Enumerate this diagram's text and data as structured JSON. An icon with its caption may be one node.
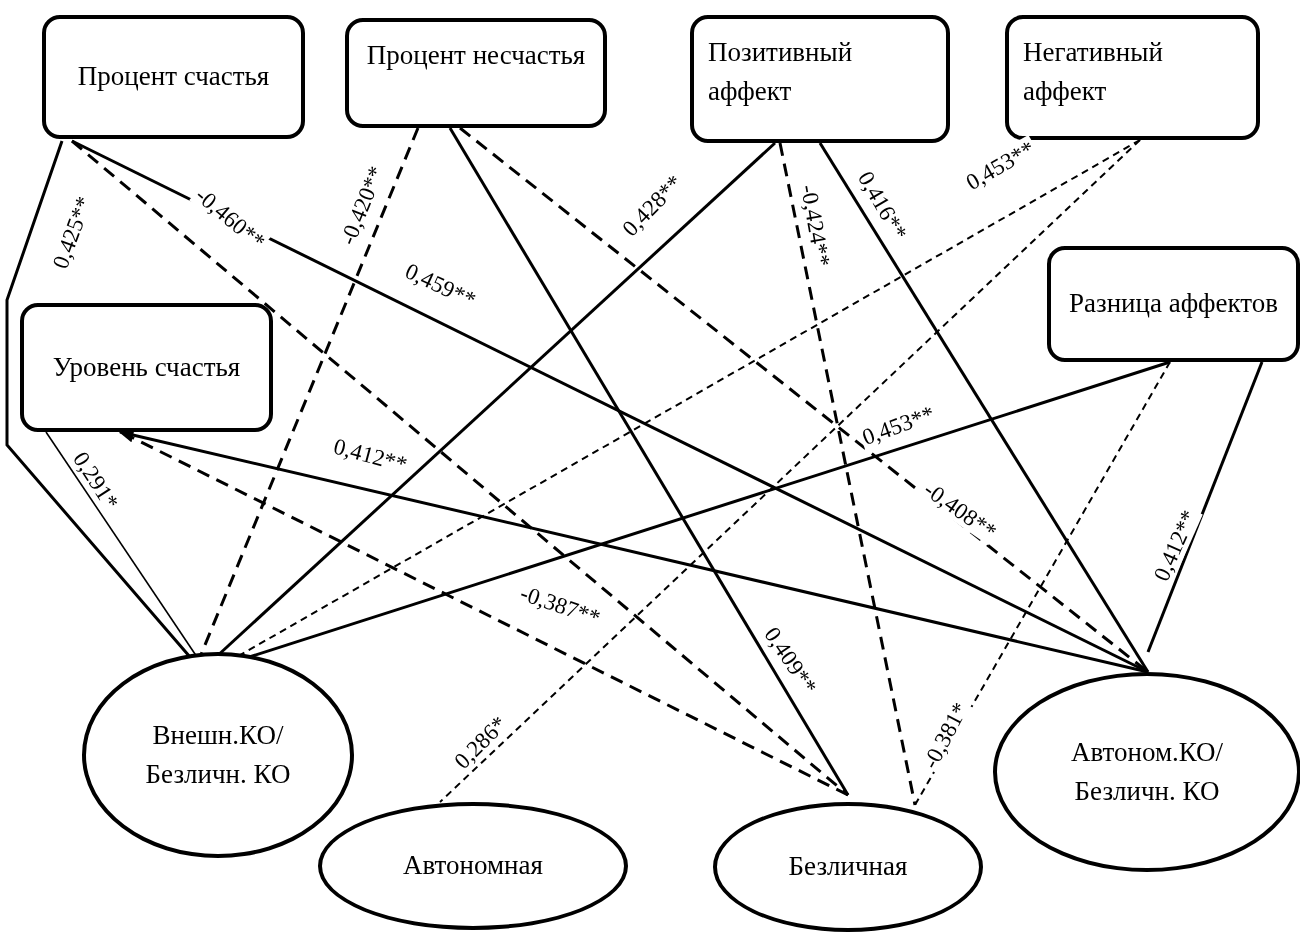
{
  "diagram": {
    "nodes": [
      {
        "text": [
          "Процент счастья"
        ]
      },
      {
        "text": [
          "Процент несчастья"
        ]
      },
      {
        "text": [
          "Позитивный аффект"
        ]
      },
      {
        "text": [
          "Негативный аффект"
        ]
      },
      {
        "text": [
          "Уровень счастья"
        ]
      },
      {
        "text": [
          "Разница аффектов"
        ]
      },
      {
        "text": [
          "Внешн.КО/ Безличн. КО"
        ]
      },
      {
        "text": [
          "Автономная"
        ]
      },
      {
        "text": [
          "Безличная"
        ]
      },
      {
        "text": [
          "Автоном.КО/ Безличн. КО"
        ]
      }
    ],
    "edges": [
      {
        "from": 0,
        "to": 6,
        "arrow": "none",
        "label": "0,425**"
      },
      {
        "from": 0,
        "to": 8,
        "arrow": "none",
        "label": "-0,460**",
        "style": "dashed"
      },
      {
        "from": 0,
        "to": 9,
        "arrow": "none",
        "label": "0,459**"
      },
      {
        "from": 4,
        "to": 6,
        "arrow": "none",
        "label": "0,291*"
      },
      {
        "from": 9,
        "to": 4,
        "arrow": "to",
        "label": "0,412**"
      },
      {
        "from": 8,
        "to": 4,
        "arrow": "none",
        "label": "-0,387**",
        "style": "dashed"
      },
      {
        "from": 1,
        "to": 6,
        "arrow": "none",
        "label": "-0,420**",
        "style": "dashed"
      },
      {
        "from": 1,
        "to": 8,
        "arrow": "none",
        "label": "0,409**"
      },
      {
        "from": 1,
        "to": 9,
        "arrow": "none",
        "label": "-0,408**",
        "style": "dashed"
      },
      {
        "from": 2,
        "to": 6,
        "arrow": "none",
        "label": "0,428**"
      },
      {
        "from": 2,
        "to": 8,
        "arrow": "none",
        "label": "-0,424**",
        "style": "dashed"
      },
      {
        "from": 2,
        "to": 9,
        "arrow": "none",
        "label": "0,416**"
      },
      {
        "from": 3,
        "to": 6,
        "arrow": "none",
        "label": "0,453**",
        "style": "dashed"
      },
      {
        "from": 3,
        "to": 7,
        "arrow": "none",
        "label": "0,286*",
        "style": "dashed"
      },
      {
        "from": 5,
        "to": 6,
        "arrow": "none",
        "label": "0,453**"
      },
      {
        "from": 5,
        "to": 8,
        "arrow": "none",
        "label": "-0,381*",
        "style": "dashed"
      },
      {
        "from": 5,
        "to": 9,
        "arrow": "none",
        "label": "0,412**"
      }
    ]
  }
}
